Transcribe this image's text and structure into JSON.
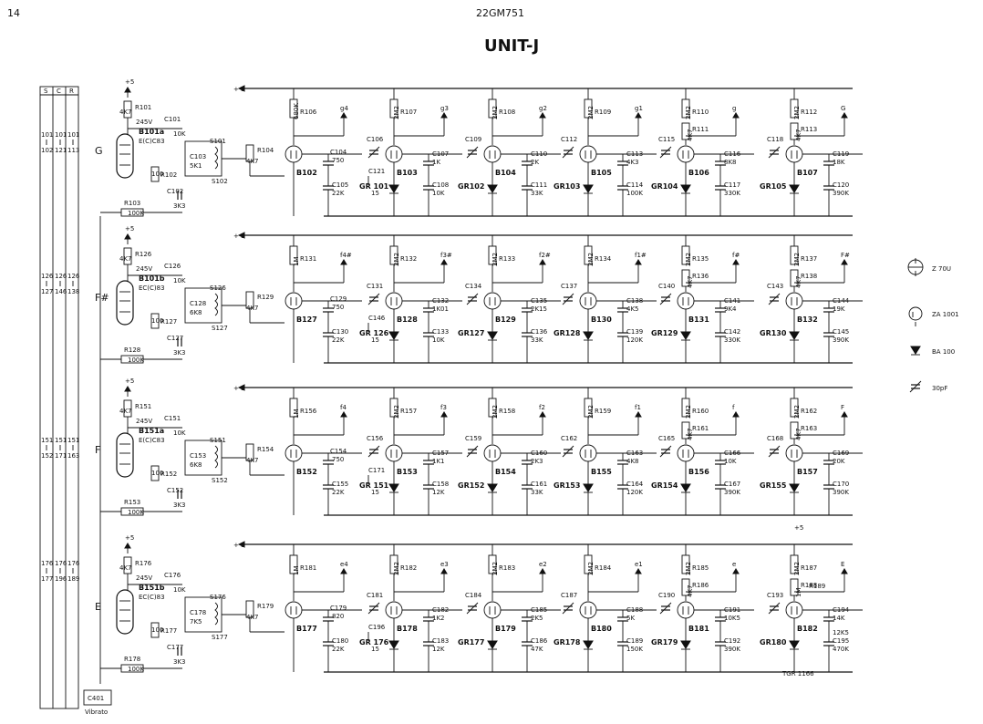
{
  "header": {
    "page_number": "14",
    "doc_code": "22GM751",
    "title": "UNIT-J"
  },
  "index_table": {
    "headers": [
      "S",
      "C",
      "R"
    ],
    "rows": [
      {
        "s": "101\n102",
        "c": "101\n121",
        "r": "101\n113"
      },
      {
        "s": "126\n127",
        "c": "126\n146",
        "r": "126\n138"
      },
      {
        "s": "151\n152",
        "c": "151\n171",
        "r": "151\n163"
      },
      {
        "s": "176\n177",
        "c": "176\n196",
        "r": "176\n189"
      }
    ]
  },
  "legend": [
    {
      "symbol": "neon-lamp",
      "label": "Z 70U"
    },
    {
      "symbol": "neon-lamp-small",
      "label": "ZA 1001"
    },
    {
      "symbol": "diode",
      "label": "BA 100"
    },
    {
      "symbol": "trimmer-capacitor",
      "label": "30pF"
    }
  ],
  "footer": {
    "connector": "C401",
    "connector_label": "Vibrato",
    "ref": "TGR 1166"
  },
  "rows": [
    {
      "note": "G",
      "supply": "+5",
      "rail": "+ 3",
      "tube": "B101a",
      "tube_type": "E(C)C83",
      "anode_v": "245V",
      "osc": {
        "R101": "R101",
        "r101v": "4K7",
        "R102": "R102",
        "r102v": "100",
        "R103": "R103",
        "r103v": "100K",
        "C101": "C101",
        "c101v": "10K",
        "C102": "C102",
        "c102v": "3K3",
        "C103": "C103",
        "c103v": "5K1",
        "S1": "S101",
        "S2": "S102",
        "R104": "R104",
        "r104v": "4K7"
      },
      "stages": [
        {
          "lamp": "B102",
          "top_r": "R106",
          "top_rv": "680K",
          "cap": "C104",
          "capv": "750",
          "c2": "C105",
          "c2v": "22K",
          "out": "g4",
          "diode": ""
        },
        {
          "lamp": "B103",
          "top_r": "R107",
          "top_rv": "2M2",
          "cap": "C106",
          "capv": "",
          "c2": "C107",
          "c2v": "1K",
          "c3": "C108",
          "c3v": "10K",
          "c4": "C121",
          "c4v": "15",
          "out": "g3",
          "diode": "GR 101"
        },
        {
          "lamp": "B104",
          "top_r": "R108",
          "top_rv": "2M2",
          "cap": "C109",
          "capv": "",
          "c2": "C110",
          "c2v": "2K",
          "c3": "C111",
          "c3v": "33K",
          "out": "g2",
          "diode": "GR102"
        },
        {
          "lamp": "B105",
          "top_r": "R109",
          "top_rv": "2M2",
          "cap": "C112",
          "capv": "",
          "c2": "C113",
          "c2v": "4K3",
          "c3": "C114",
          "c3v": "100K",
          "out": "g1",
          "diode": "GR103"
        },
        {
          "lamp": "B106",
          "top_r": "R110",
          "top_rv": "2M2",
          "r2": "R111",
          "r2v": "4K7",
          "cap": "C115",
          "capv": "",
          "c2": "C116",
          "c2v": "8K8",
          "c3": "C117",
          "c3v": "330K",
          "out": "g",
          "diode": "GR104"
        },
        {
          "lamp": "B107",
          "top_r": "R112",
          "top_rv": "2M2",
          "r2": "R113",
          "r2v": "4K7",
          "cap": "C118",
          "capv": "",
          "c2": "C119",
          "c2v": "18K",
          "c3": "C120",
          "c3v": "390K",
          "out": "G",
          "diode": "GR105"
        }
      ]
    },
    {
      "note": "F#",
      "supply": "+5",
      "rail": "+ 3",
      "tube": "B101b",
      "tube_type": "EC(C)83",
      "anode_v": "245V",
      "osc": {
        "R101": "R126",
        "r101v": "4K7",
        "R102": "R127",
        "r102v": "100",
        "R103": "R128",
        "r103v": "100K",
        "C101": "C126",
        "c101v": "10K",
        "C102": "C127",
        "c102v": "3K3",
        "C103": "C128",
        "c103v": "6K8",
        "S1": "S126",
        "S2": "S127",
        "R104": "R129",
        "r104v": "4K7"
      },
      "stages": [
        {
          "lamp": "B127",
          "top_r": "R131",
          "top_rv": "1M",
          "cap": "C129",
          "capv": "750",
          "c2": "C130",
          "c2v": "22K",
          "out": "f4#",
          "diode": ""
        },
        {
          "lamp": "B128",
          "top_r": "R132",
          "top_rv": "2M2",
          "cap": "C131",
          "capv": "",
          "c2": "C132",
          "c2v": "1K01",
          "c3": "C133",
          "c3v": "10K",
          "c4": "C146",
          "c4v": "15",
          "out": "f3#",
          "diode": "GR 126"
        },
        {
          "lamp": "B129",
          "top_r": "R133",
          "top_rv": "2M2",
          "cap": "C134",
          "capv": "",
          "c2": "C135",
          "c2v": "2K15",
          "c3": "C136",
          "c3v": "33K",
          "out": "f2#",
          "diode": "GR127"
        },
        {
          "lamp": "B130",
          "top_r": "R134",
          "top_rv": "2M2",
          "cap": "C137",
          "capv": "",
          "c2": "C138",
          "c2v": "4K5",
          "c3": "C139",
          "c3v": "120K",
          "out": "f1#",
          "diode": "GR128"
        },
        {
          "lamp": "B131",
          "top_r": "R135",
          "top_rv": "2M2",
          "r2": "R136",
          "r2v": "4K7",
          "cap": "C140",
          "capv": "",
          "c2": "C141",
          "c2v": "9K4",
          "c3": "C142",
          "c3v": "330K",
          "out": "f#",
          "diode": "GR129"
        },
        {
          "lamp": "B132",
          "top_r": "R137",
          "top_rv": "2M2",
          "r2": "R138",
          "r2v": "4K7",
          "cap": "C143",
          "capv": "",
          "c2": "C144",
          "c2v": "19K",
          "c3": "C145",
          "c3v": "390K",
          "out": "F#",
          "diode": "GR130"
        }
      ]
    },
    {
      "note": "F",
      "supply": "+5",
      "rail": "+ 3",
      "tube": "B151a",
      "tube_type": "E(C)C83",
      "anode_v": "245V",
      "osc": {
        "R101": "R151",
        "r101v": "4K7",
        "R102": "R152",
        "r102v": "100",
        "R103": "R153",
        "r103v": "100K",
        "C101": "C151",
        "c101v": "10K",
        "C102": "C152",
        "c102v": "3K3",
        "C103": "C153",
        "c103v": "6K8",
        "S1": "S151",
        "S2": "S152",
        "R104": "R154",
        "r104v": "4K7"
      },
      "stages": [
        {
          "lamp": "B152",
          "top_r": "R156",
          "top_rv": "1M",
          "cap": "C154",
          "capv": "750",
          "c2": "C155",
          "c2v": "22K",
          "out": "f4",
          "diode": ""
        },
        {
          "lamp": "B153",
          "top_r": "R157",
          "top_rv": "2M2",
          "cap": "C156",
          "capv": "",
          "c2": "C157",
          "c2v": "1K1",
          "c3": "C158",
          "c3v": "12K",
          "c4": "C171",
          "c4v": "15",
          "out": "f3",
          "diode": "GR 151"
        },
        {
          "lamp": "B154",
          "top_r": "R158",
          "top_rv": "2M2",
          "cap": "C159",
          "capv": "",
          "c2": "C160",
          "c2v": "2K3",
          "c3": "C161",
          "c3v": "33K",
          "out": "f2",
          "diode": "GR152"
        },
        {
          "lamp": "B155",
          "top_r": "R159",
          "top_rv": "2M2",
          "cap": "C162",
          "capv": "",
          "c2": "C163",
          "c2v": "4K8",
          "c3": "C164",
          "c3v": "120K",
          "out": "f1",
          "diode": "GR153"
        },
        {
          "lamp": "B156",
          "top_r": "R160",
          "top_rv": "2M2",
          "r2": "R161",
          "r2v": "4K7",
          "cap": "C165",
          "capv": "",
          "c2": "C166",
          "c2v": "10K",
          "c3": "C167",
          "c3v": "390K",
          "out": "f",
          "diode": "GR154"
        },
        {
          "lamp": "B157",
          "top_r": "R162",
          "top_rv": "2M2",
          "r2": "R163",
          "r2v": "4K7",
          "cap": "C168",
          "capv": "",
          "c2": "C169",
          "c2v": "20K",
          "c3": "C170",
          "c3v": "390K",
          "out": "F",
          "diode": "GR155"
        }
      ]
    },
    {
      "note": "E",
      "supply": "+5",
      "rail": "+ 3",
      "tube": "B151b",
      "tube_type": "EC(C)83",
      "anode_v": "245V",
      "osc": {
        "R101": "R176",
        "r101v": "4K7",
        "R102": "R177",
        "r102v": "100",
        "R103": "R178",
        "r103v": "100K",
        "C101": "C176",
        "c101v": "10K",
        "C102": "C177",
        "c102v": "3K3",
        "C103": "C178",
        "c103v": "7K5",
        "S1": "S176",
        "S2": "S177",
        "R104": "R179",
        "r104v": "4K7"
      },
      "stages": [
        {
          "lamp": "B177",
          "top_r": "R181",
          "top_rv": "1M",
          "cap": "C179",
          "capv": "820",
          "c2": "C180",
          "c2v": "22K",
          "out": "e4",
          "diode": ""
        },
        {
          "lamp": "B178",
          "top_r": "R182",
          "top_rv": "2M2",
          "cap": "C181",
          "capv": "",
          "c2": "C182",
          "c2v": "1K2",
          "c3": "C183",
          "c3v": "12K",
          "c4": "C196",
          "c4v": "15",
          "out": "e3",
          "diode": "GR 176"
        },
        {
          "lamp": "B179",
          "top_r": "R183",
          "top_rv": "2M2",
          "cap": "C184",
          "capv": "",
          "c2": "C185",
          "c2v": "2K5",
          "c3": "C186",
          "c3v": "47K",
          "out": "e2",
          "diode": "GR177"
        },
        {
          "lamp": "B180",
          "top_r": "R184",
          "top_rv": "2M2",
          "cap": "C187",
          "capv": "",
          "c2": "C188",
          "c2v": "5K",
          "c3": "C189",
          "c3v": "150K",
          "out": "e1",
          "diode": "GR178"
        },
        {
          "lamp": "B181",
          "top_r": "R185",
          "top_rv": "2M2",
          "r2": "R186",
          "r2v": "4K7",
          "cap": "C190",
          "capv": "",
          "c2": "C191",
          "c2v": "10K5",
          "c3": "C192",
          "c3v": "390K",
          "out": "e",
          "diode": "GR179"
        },
        {
          "lamp": "B182",
          "top_r": "R187",
          "top_rv": "2M2",
          "r2": "R188",
          "r2v": "1M",
          "r3": "R189",
          "cap": "C193",
          "capv": "",
          "c2": "C194",
          "c2v": "14K",
          "c3": "C195",
          "c3v": "470K",
          "c3v2": "12K5",
          "out": "E",
          "diode": "GR180",
          "supply": "+5"
        }
      ]
    }
  ]
}
